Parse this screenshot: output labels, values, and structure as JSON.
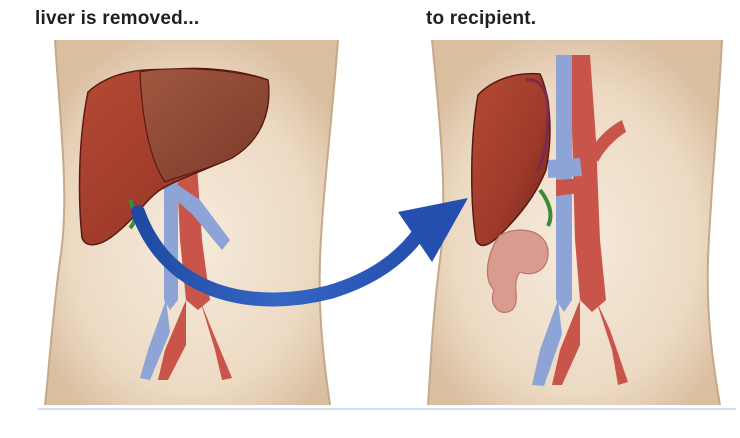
{
  "captions": {
    "left": "liver is removed...",
    "right": "to recipient."
  },
  "colors": {
    "skin": "#f1e2cf",
    "skin_shade": "#dcc2a6",
    "liver": "#9e3a2a",
    "liver_dark": "#6e2218",
    "vein": "#8ea3d6",
    "artery": "#c9544a",
    "arrow": "#2a57b3",
    "intestine": "#d99a8f",
    "divider": "#cfe1f3"
  },
  "icons": {
    "arrow": "curved-transfer-arrow"
  }
}
